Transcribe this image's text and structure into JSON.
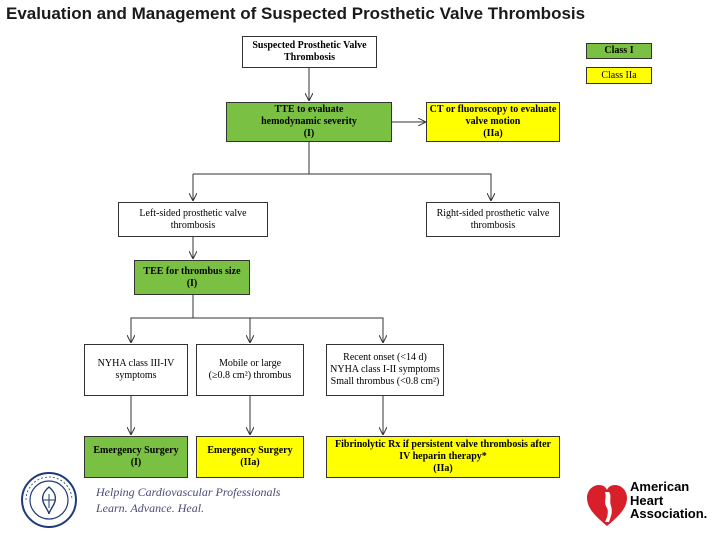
{
  "title": "Evaluation and Management of Suspected Prosthetic Valve Thrombosis",
  "legend": {
    "class_i": "Class I",
    "class_iia": "Class IIa"
  },
  "nodes": {
    "start": [
      "Suspected Prosthetic Valve",
      "Thrombosis"
    ],
    "tte": [
      "TTE to evaluate",
      "hemodynamic severity",
      "(I)"
    ],
    "ct": [
      "CT or fluoroscopy to evaluate",
      "valve motion",
      "(IIa)"
    ],
    "left": [
      "Left-sided prosthetic valve",
      "thrombosis"
    ],
    "right": [
      "Right-sided prosthetic valve",
      "thrombosis"
    ],
    "tee": [
      "TEE for thrombus size",
      "(I)"
    ],
    "nyha": [
      "NYHA class III-IV",
      "symptoms"
    ],
    "mobile": [
      "Mobile or large",
      "(≥0.8 cm²) thrombus"
    ],
    "recent": [
      "Recent onset (<14 d)",
      "NYHA class I-II symptoms",
      "Small thrombus (<0.8 cm²)"
    ],
    "surg1": [
      "Emergency Surgery",
      "(I)"
    ],
    "surg2": [
      "Emergency Surgery",
      "(IIa)"
    ],
    "fibr": [
      "Fibrinolytic Rx if persistent valve thrombosis after",
      "IV heparin therapy*",
      "(IIa)"
    ]
  },
  "footer": {
    "acc_line1": "Helping Cardiovascular Professionals",
    "acc_line2": "Learn. Advance. Heal.",
    "aha_line1": "American",
    "aha_line2": "Heart",
    "aha_line3": "Association."
  },
  "colors": {
    "class_i": "#7ac143",
    "class_iia": "#ffff00"
  }
}
